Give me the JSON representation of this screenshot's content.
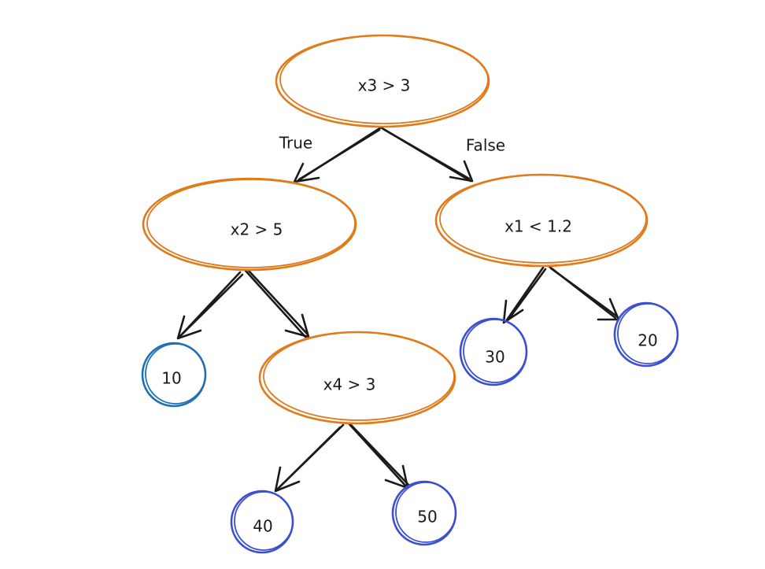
{
  "colors": {
    "decision_node": "#e07a1a",
    "leaf_node_blue": "#3b4fd0",
    "leaf_node_teal": "#1f6fb5",
    "edge": "#1a1a1a",
    "background": "#ffffff"
  },
  "tree": {
    "root": {
      "label": "x3 > 3"
    },
    "edge_labels": {
      "true_label": "True",
      "false_label": "False"
    },
    "decision_nodes": [
      {
        "id": "n_x2",
        "label": "x2 > 5"
      },
      {
        "id": "n_x1",
        "label": "x1 < 1.2"
      },
      {
        "id": "n_x4",
        "label": "x4 > 3"
      }
    ],
    "leaf_nodes": [
      {
        "id": "leaf_10",
        "label": "10"
      },
      {
        "id": "leaf_40",
        "label": "40"
      },
      {
        "id": "leaf_50",
        "label": "50"
      },
      {
        "id": "leaf_30",
        "label": "30"
      },
      {
        "id": "leaf_20",
        "label": "20"
      }
    ]
  }
}
